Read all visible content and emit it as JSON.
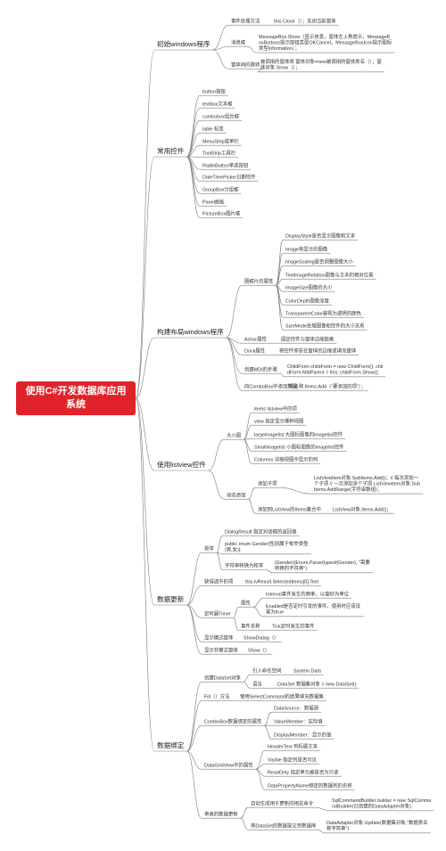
{
  "root": "使用C#开发数据库应用系统",
  "colors": {
    "root_bg": "#e0232b",
    "line": "#7a7a7a",
    "text": "#333333"
  },
  "branches": [
    {
      "label": "初始windows程序",
      "children": [
        {
          "label": "事件处理方法",
          "children": [
            {
              "label": "this.Close（）；关闭当前窗体"
            }
          ]
        },
        {
          "label": "消息框",
          "children": [
            {
              "label": "MessageBox.Show（显示信息，窗体左上角提示，MessageBoxButtons提示按钮类型OKCancel，MessageBoxIcon提示图标类型Information）；"
            }
          ]
        },
        {
          "label": "窗体间的跳转",
          "children": [
            {
              "label": "被调用的窗体类 窗体对象=new被调用的窗体类名（）；窗体对象.Show（）；"
            }
          ]
        }
      ]
    },
    {
      "label": "常用控件",
      "children": [
        {
          "label": "button按钮"
        },
        {
          "label": "textbox文本框"
        },
        {
          "label": "combobox组合框"
        },
        {
          "label": "lable 标签"
        },
        {
          "label": "MenuStrip菜单栏"
        },
        {
          "label": "ToolStrip工具栏"
        },
        {
          "label": "RadioButton单选按钮"
        },
        {
          "label": "DateTimePicker日期控件"
        },
        {
          "label": "GroupBox分组框"
        },
        {
          "label": "Panel面板"
        },
        {
          "label": "PictureBox图片框"
        }
      ]
    },
    {
      "label": "构建布局windows程序",
      "children": [
        {
          "label": "图框片的属性",
          "children": [
            {
              "label": "DisplayStyle是否显示图像和文本"
            },
            {
              "label": "Image将显示的图像"
            },
            {
              "label": "ImageScaling是否调整图像大小"
            },
            {
              "label": "TextImageRelation图像与文本的相对位置"
            },
            {
              "label": "ImageSize图像的大小"
            },
            {
              "label": "ColorDepth图像深度"
            },
            {
              "label": "TransparentColor被视为透明的颜色"
            },
            {
              "label": "SizeMode处理图像和控件的大小关系"
            }
          ]
        },
        {
          "label": "Achor属性",
          "children": [
            {
              "label": "固定控件与窗体边缘距离"
            }
          ]
        },
        {
          "label": "Dock属性",
          "children": [
            {
              "label": "将控件停靠在窗体的边缘或填充窗体"
            }
          ]
        },
        {
          "label": "创建MDI的步骤",
          "children": [
            {
              "label": "ChildForm childForm = new ChildForm(); childForm.MdiParent = this; childForm.Show();"
            }
          ]
        },
        {
          "label": "向ComboBox中添加数据",
          "children": [
            {
              "label": "项名称.Items.Add（“要添加的项”）；"
            }
          ]
        }
      ]
    },
    {
      "label": "使用listview控件",
      "children": [
        {
          "label": "大小图",
          "children": [
            {
              "label": "items  listview中的项"
            },
            {
              "label": "view  指定显示哪种视图"
            },
            {
              "label": "largeimagelist 大图标图像的imagelist控件"
            },
            {
              "label": "Smallimagelist 小图标图像的imagelist控件"
            },
            {
              "label": "Columns  详细视图中显示的列"
            }
          ]
        },
        {
          "label": "动态添加",
          "children": [
            {
              "label": "添加子项",
              "children": [
                {
                  "label": "ListViewItem对象.SubItems.Add()；// 每次添加一个子项 // 一次添加多个子项 ListViewItem对象.SubItems.AddRange(字符串数组)；"
                }
              ]
            },
            {
              "label": "添加到ListView的Items集合中",
              "children": [
                {
                  "label": "ListView对象.Items.Add()；"
                }
              ]
            }
          ]
        }
      ]
    },
    {
      "label": "数据更新",
      "children": [
        {
          "label": "枚举",
          "children": [
            {
              "label": "DialogResult 指定对话框的返回值"
            },
            {
              "label": "public enum Gender{性别属于枚举类型(男,女)}"
            },
            {
              "label": "字符串转换为枚举",
              "children": [
                {
                  "label": "(Gender)(Enum.Parse(typeof(Gender), \"需要转换的字符串\")"
                }
              ]
            }
          ]
        },
        {
          "label": "获得选中的项",
          "children": [
            {
              "label": "this.lvResult.SelectedItems[0].Text"
            }
          ]
        },
        {
          "label": "定时器Timer",
          "children": [
            {
              "label": "属性",
              "children": [
                {
                  "label": "Interval事件发生的频率，以毫秒为单位"
                },
                {
                  "label": "Enabled是否定时引发的事件，使用时应该设置为true"
                }
              ]
            },
            {
              "label": "事件名称",
              "children": [
                {
                  "label": "Tick定时发生的事件"
                }
              ]
            }
          ]
        },
        {
          "label": "显示模式窗体",
          "children": [
            {
              "label": "ShowDialog（）"
            }
          ]
        },
        {
          "label": "显示非模式窗体",
          "children": [
            {
              "label": "Show（）"
            }
          ]
        }
      ]
    },
    {
      "label": "数据绑定",
      "children": [
        {
          "label": "创建DataSet对象",
          "children": [
            {
              "label": "引入命名空间",
              "children": [
                {
                  "label": "System.Data"
                }
              ]
            },
            {
              "label": "语法",
              "children": [
                {
                  "label": "DataSet 数据集对象 = new DataSet()"
                }
              ]
            }
          ]
        },
        {
          "label": "Fill（）方法",
          "children": [
            {
              "label": "使用SelectCommand的结果填充数据集"
            }
          ]
        },
        {
          "label": "ComboBox数据绑定的属性",
          "children": [
            {
              "label": "DataSource：数据源"
            },
            {
              "label": "ValueMember：实际值"
            },
            {
              "label": "DisplayMember：显示的值"
            }
          ]
        },
        {
          "label": "DataGridView中的属性",
          "children": [
            {
              "label": "HeaderText 列标题文本"
            },
            {
              "label": "Visible 指定列是否可见"
            },
            {
              "label": "ReadOnly 指定单元格是否为只读"
            },
            {
              "label": "DataPropertyName绑定的数据列的名称"
            }
          ]
        },
        {
          "label": "单表的数据更新",
          "children": [
            {
              "label": "自动生成用于更新的相关命令",
              "children": [
                {
                  "label": "SqlCommandBuilder builder = new SqlCommandBuilder(已创建的DataAdapter对象)"
                }
              ]
            },
            {
              "label": "将DataSet的数据提交到数据库",
              "children": [
                {
                  "label": "DataAdapter对象.Update(数据集对象,\"数据表名称字符串\")"
                }
              ]
            }
          ]
        }
      ]
    }
  ]
}
